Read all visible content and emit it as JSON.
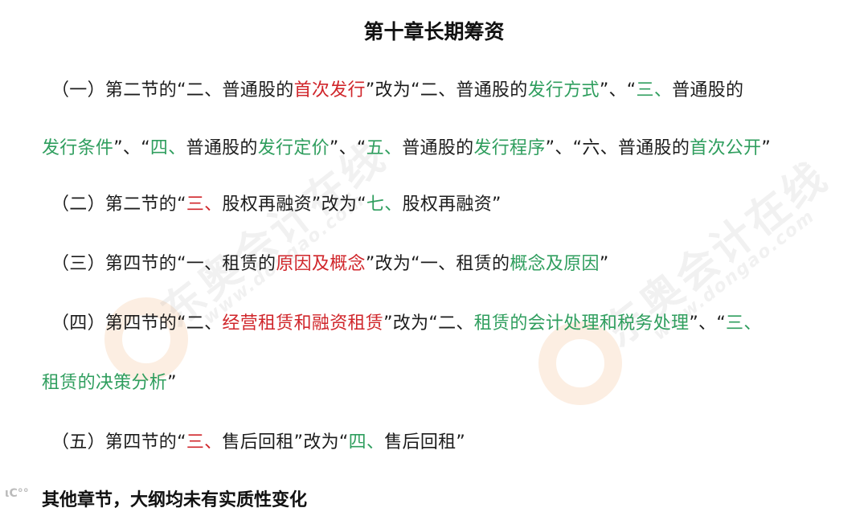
{
  "title": "第十章长期筹资",
  "watermark": {
    "brand": "东奥会计在线",
    "url": "www.dongao.com",
    "logo_color": "#f3b27a"
  },
  "colors": {
    "text": "#1c1c1c",
    "removed": "#d0262b",
    "added": "#2f9e5e"
  },
  "items": [
    {
      "lines": [
        [
          {
            "t": "（一）第二节的“二、普通股的",
            "c": "normal"
          },
          {
            "t": "首次发行",
            "c": "red"
          },
          {
            "t": "”改为“二、普通股的",
            "c": "normal"
          },
          {
            "t": "发行方式",
            "c": "green"
          },
          {
            "t": "”、“",
            "c": "normal"
          },
          {
            "t": "三、",
            "c": "green"
          },
          {
            "t": "普通股的",
            "c": "normal"
          }
        ],
        [
          {
            "t": "发行条件",
            "c": "green"
          },
          {
            "t": "”、“",
            "c": "normal"
          },
          {
            "t": "四、",
            "c": "green"
          },
          {
            "t": "普通股的",
            "c": "normal"
          },
          {
            "t": "发行定价",
            "c": "green"
          },
          {
            "t": "”、“",
            "c": "normal"
          },
          {
            "t": "五、",
            "c": "green"
          },
          {
            "t": "普通股的",
            "c": "normal"
          },
          {
            "t": "发行程序",
            "c": "green"
          },
          {
            "t": "”、“六、普通股的",
            "c": "normal"
          },
          {
            "t": "首次公开",
            "c": "green"
          },
          {
            "t": "”",
            "c": "normal"
          }
        ]
      ]
    },
    {
      "lines": [
        [
          {
            "t": "（二）第二节的“",
            "c": "normal"
          },
          {
            "t": "三、",
            "c": "red"
          },
          {
            "t": "股权再融资”改为“",
            "c": "normal"
          },
          {
            "t": "七、",
            "c": "green"
          },
          {
            "t": "股权再融资”",
            "c": "normal"
          }
        ]
      ]
    },
    {
      "lines": [
        [
          {
            "t": "（三）第四节的“一、租赁的",
            "c": "normal"
          },
          {
            "t": "原因及概念",
            "c": "red"
          },
          {
            "t": "”改为“一、租赁的",
            "c": "normal"
          },
          {
            "t": "概念及原因",
            "c": "green"
          },
          {
            "t": "”",
            "c": "normal"
          }
        ]
      ]
    },
    {
      "lines": [
        [
          {
            "t": "（四）第四节的“二、",
            "c": "normal"
          },
          {
            "t": "经营租赁和融资租赁",
            "c": "red"
          },
          {
            "t": "”改为“二、",
            "c": "normal"
          },
          {
            "t": "租赁的会计处理和税务处理",
            "c": "green"
          },
          {
            "t": "”、“",
            "c": "normal"
          },
          {
            "t": "三、",
            "c": "green"
          }
        ],
        [
          {
            "t": "租赁的决策分析",
            "c": "green"
          },
          {
            "t": "”",
            "c": "normal"
          }
        ]
      ]
    },
    {
      "lines": [
        [
          {
            "t": "（五）第四节的“",
            "c": "normal"
          },
          {
            "t": "三、",
            "c": "red"
          },
          {
            "t": "售后回租”改为“",
            "c": "normal"
          },
          {
            "t": "四、",
            "c": "green"
          },
          {
            "t": "售后回租”",
            "c": "normal"
          }
        ]
      ]
    }
  ],
  "footer": "其他章节，大纲均未有实质性变化",
  "corner_logo": "ιC°°"
}
